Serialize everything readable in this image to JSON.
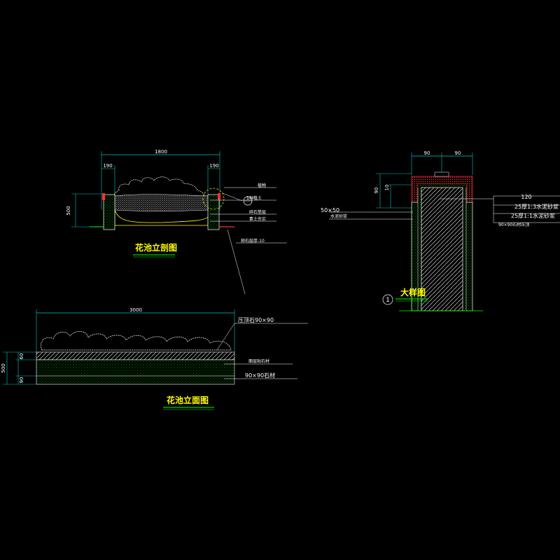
{
  "section_view": {
    "title": "花池立剖图",
    "dim_overall": "1800",
    "dim_left_wall": "190",
    "dim_right_wall": "190",
    "dim_height": "500",
    "callout_number": "1",
    "notes": [
      "植物",
      "种植土",
      "碎石垫层",
      "素土夯实",
      "卵石层厚-10"
    ]
  },
  "elevation_view": {
    "title": "花池立面图",
    "dim_overall": "3000",
    "dim_height": "500",
    "dim_top": "60",
    "dim_bottom": "90",
    "notes": [
      "压顶石90×90",
      "面层贴石材",
      "90×90石材"
    ]
  },
  "detail_view": {
    "title": "大样图",
    "callout_number": "1",
    "dim_left": "90",
    "dim_right": "90",
    "dim_side_top": "90",
    "dim_side_mid": "10",
    "note_left": "50×50",
    "note_left_bottom": "水泥砂浆",
    "notes_right": [
      "120",
      "25厚1:3水泥砂浆",
      "25厚1:1水泥砂浆",
      "90×90石材压顶"
    ]
  },
  "colors": {
    "line": "#ffffff",
    "dim": "#00c8c8",
    "title": "#ffff00",
    "green": "#00ff00",
    "red": "#ff3030",
    "yellow": "#ffff00",
    "magenta": "#ff00ff"
  }
}
